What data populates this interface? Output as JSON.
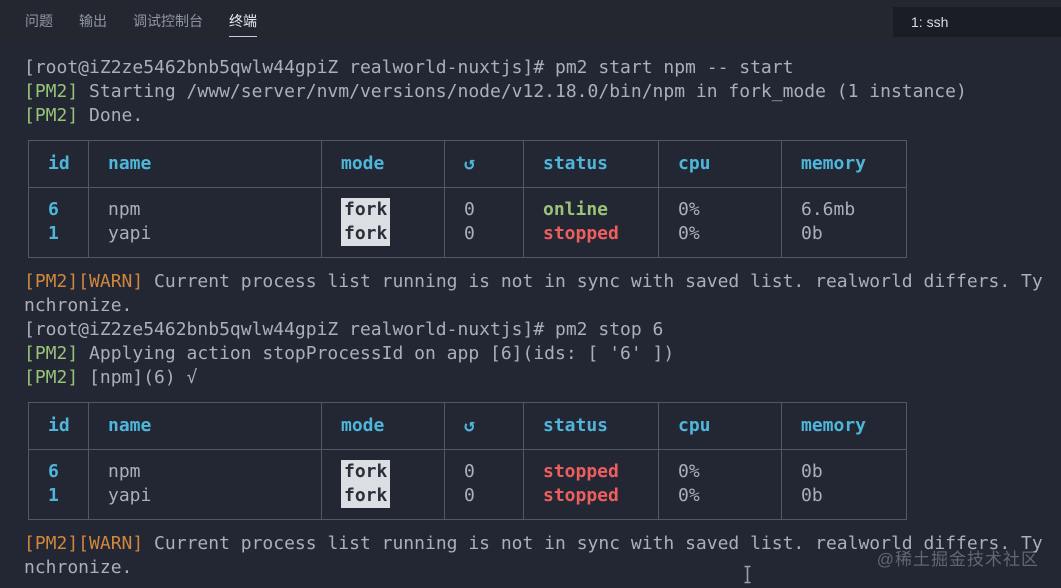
{
  "tabbar": {
    "tabs": [
      {
        "label": "问题",
        "active": false
      },
      {
        "label": "输出",
        "active": false
      },
      {
        "label": "调试控制台",
        "active": false
      },
      {
        "label": "终端",
        "active": true
      }
    ],
    "terminal_selector": "1: ssh"
  },
  "terminal": {
    "blocks": [
      {
        "type": "line",
        "segments": [
          {
            "text": "[root@iZ2ze5462bnb5qwlw44gpiZ realworld-nuxtjs]# pm2 start npm -- start",
            "color": "default"
          }
        ]
      },
      {
        "type": "line",
        "segments": [
          {
            "text": "[PM2]",
            "color": "green"
          },
          {
            "text": " Starting /www/server/nvm/versions/node/v12.18.0/bin/npm in fork_mode (1 instance)",
            "color": "default"
          }
        ]
      },
      {
        "type": "line",
        "segments": [
          {
            "text": "[PM2]",
            "color": "green"
          },
          {
            "text": " Done.",
            "color": "default"
          }
        ]
      },
      {
        "type": "table",
        "ref": 0
      },
      {
        "type": "line",
        "segments": [
          {
            "text": "[PM2][WARN]",
            "color": "orange"
          },
          {
            "text": " Current process list running is not in sync with saved list. realworld differs. Ty",
            "color": "default"
          }
        ]
      },
      {
        "type": "line",
        "segments": [
          {
            "text": "nchronize.",
            "color": "default"
          }
        ]
      },
      {
        "type": "line",
        "segments": [
          {
            "text": "[root@iZ2ze5462bnb5qwlw44gpiZ realworld-nuxtjs]# pm2 stop 6",
            "color": "default"
          }
        ]
      },
      {
        "type": "line",
        "segments": [
          {
            "text": "[PM2]",
            "color": "green"
          },
          {
            "text": " Applying action stopProcessId on app [6](ids: [ '6' ])",
            "color": "default"
          }
        ]
      },
      {
        "type": "line",
        "segments": [
          {
            "text": "[PM2]",
            "color": "green"
          },
          {
            "text": " [npm](6) √",
            "color": "default"
          }
        ]
      },
      {
        "type": "table",
        "ref": 1
      },
      {
        "type": "line",
        "segments": [
          {
            "text": "[PM2][WARN]",
            "color": "orange"
          },
          {
            "text": " Current process list running is not in sync with saved list. realworld differs. Ty",
            "color": "default"
          }
        ]
      },
      {
        "type": "line",
        "segments": [
          {
            "text": "nchronize.",
            "color": "default"
          }
        ]
      }
    ],
    "tables": [
      {
        "headers": [
          "id",
          "name",
          "mode",
          "↺",
          "status",
          "cpu",
          "memory"
        ],
        "rows": [
          {
            "id": "6",
            "name": "npm",
            "mode": "fork",
            "restarts": "0",
            "status": "online",
            "status_color": "green",
            "cpu": "0%",
            "memory": "6.6mb"
          },
          {
            "id": "1",
            "name": "yapi",
            "mode": "fork",
            "restarts": "0",
            "status": "stopped",
            "status_color": "red",
            "cpu": "0%",
            "memory": "0b"
          }
        ]
      },
      {
        "headers": [
          "id",
          "name",
          "mode",
          "↺",
          "status",
          "cpu",
          "memory"
        ],
        "rows": [
          {
            "id": "6",
            "name": "npm",
            "mode": "fork",
            "restarts": "0",
            "status": "stopped",
            "status_color": "red",
            "cpu": "0%",
            "memory": "0b"
          },
          {
            "id": "1",
            "name": "yapi",
            "mode": "fork",
            "restarts": "0",
            "status": "stopped",
            "status_color": "red",
            "cpu": "0%",
            "memory": "0b"
          }
        ]
      }
    ]
  },
  "watermark": "@稀土掘金技术社区",
  "colors": {
    "panel_bg": "#222733",
    "tabbar_bg": "#24272f",
    "selector_bg": "#1a1d26",
    "text_default": "#a8b0bd",
    "pm2_green": "#98c379",
    "warn_orange": "#d0863c",
    "header_cyan": "#4fb6da",
    "status_red": "#ef5e5e",
    "fork_badge_bg": "#dbdee2",
    "table_border": "#515866"
  }
}
